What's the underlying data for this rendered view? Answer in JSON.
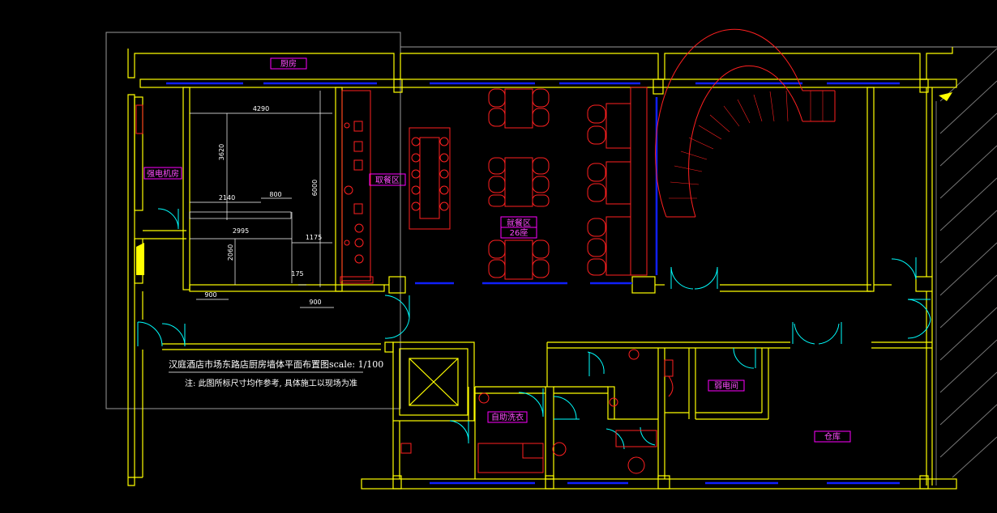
{
  "title_block": {
    "title": "汉庭酒店市场东路店厨房墙体平面布置图scale: 1/100",
    "note": "注: 此图所标尺寸均作参考, 具体施工以现场为准"
  },
  "rooms": {
    "kitchen": "厨房",
    "electrical": "强电机房",
    "pickup": "取餐区",
    "dining": "就餐区",
    "seats": "26座",
    "laundry": "自助洗衣",
    "weak_current": "弱电间",
    "storage": "仓库"
  },
  "dimensions": {
    "d4290": "4290",
    "d3620": "3620",
    "d6000": "6000",
    "d2140": "2140",
    "d800": "800",
    "d2995": "2995",
    "d1175": "1175",
    "d2060": "2060",
    "d175": "175",
    "d900a": "900",
    "d900b": "900"
  },
  "colors": {
    "wall": "#ffff00",
    "furniture": "#ff2020",
    "window": "#1020ff",
    "door": "#00ffff",
    "label_border": "#ff00ff",
    "label_text": "#ff4dff",
    "dimension": "#ffffff"
  }
}
